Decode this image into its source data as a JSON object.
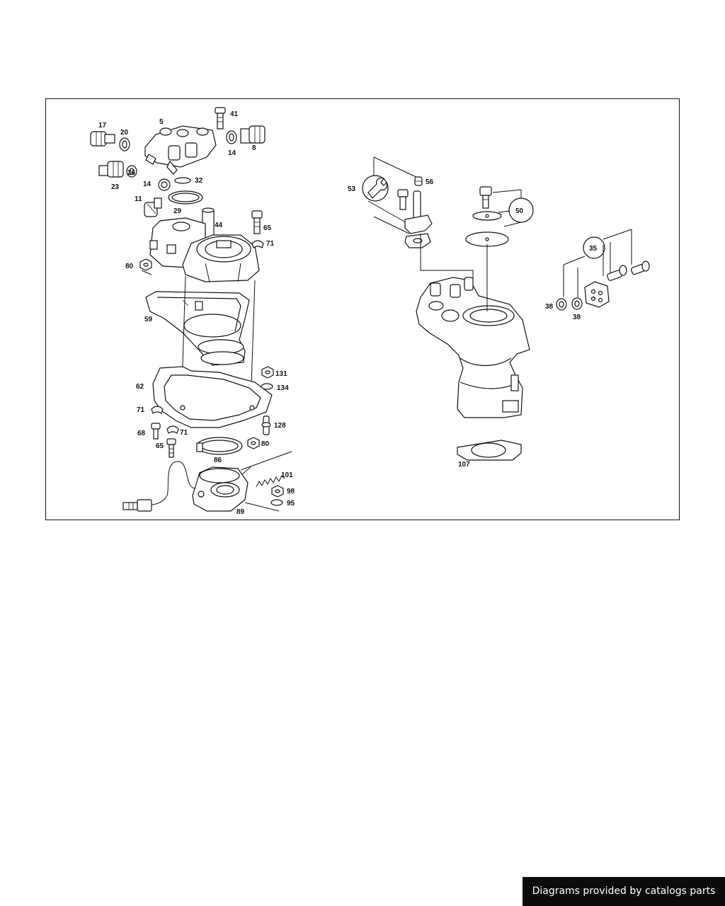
{
  "diagram": {
    "part_labels": {
      "p17": "17",
      "p20": "20",
      "p5": "5",
      "p41": "41",
      "p8": "8",
      "p14a": "14",
      "p26": "26",
      "p23": "23",
      "p14b": "14",
      "p32": "32",
      "p11": "11",
      "p29": "29",
      "p44": "44",
      "p65a": "65",
      "p71a": "71",
      "p80a": "80",
      "p59": "59",
      "p131": "131",
      "p62": "62",
      "p134": "134",
      "p71b": "71",
      "p128": "128",
      "p68": "68",
      "p71c": "71",
      "p65b": "65",
      "p80b": "80",
      "p86": "86",
      "p101": "101",
      "p98": "98",
      "p95": "95",
      "p89": "89",
      "p53": "53",
      "p56": "56",
      "p50": "50",
      "p35": "35",
      "p38a": "38",
      "p38b": "38",
      "p107": "107"
    }
  },
  "footer": {
    "credit": "Diagrams provided by catalogs parts"
  }
}
